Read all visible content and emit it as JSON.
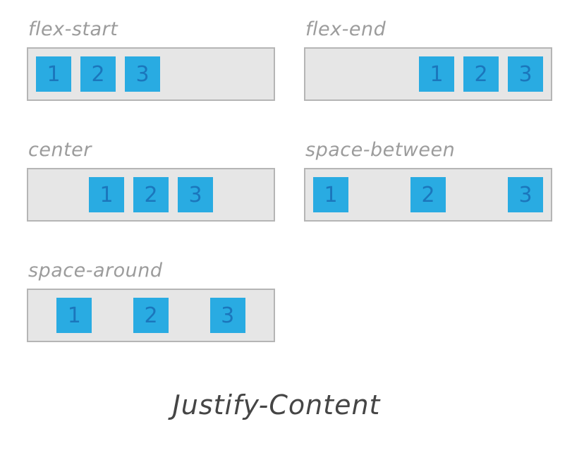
{
  "title": "Justify-Content",
  "colors": {
    "box": "#29abe2",
    "box_number": "#1b76bc",
    "container_bg": "#e6e6e6",
    "container_border": "#b5b5b5",
    "label": "#9c9c9c",
    "title": "#454545"
  },
  "sections": [
    {
      "label": "flex-start",
      "justify": "flex-start",
      "items": [
        "1",
        "2",
        "3"
      ]
    },
    {
      "label": "flex-end",
      "justify": "flex-end",
      "items": [
        "1",
        "2",
        "3"
      ]
    },
    {
      "label": "center",
      "justify": "center",
      "items": [
        "1",
        "2",
        "3"
      ]
    },
    {
      "label": "space-between",
      "justify": "space-between",
      "items": [
        "1",
        "2",
        "3"
      ]
    },
    {
      "label": "space-around",
      "justify": "space-around",
      "items": [
        "1",
        "2",
        "3"
      ]
    }
  ]
}
